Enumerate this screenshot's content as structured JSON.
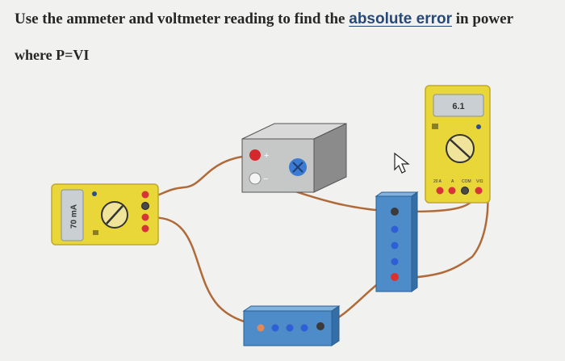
{
  "question": {
    "text_before": "Use the ammeter and voltmeter reading to find the",
    "highlight": "absolute error",
    "text_after": "in power",
    "line2": "where P=VI"
  },
  "ammeter": {
    "reading": "70 mA",
    "body_color": "#e9d639",
    "display_color": "#c9cfd2"
  },
  "voltmeter": {
    "reading": "6.1",
    "port_labels": [
      "20 A",
      "A",
      "COM",
      "V/Ω"
    ],
    "body_color": "#e9d639",
    "display_color": "#c9cfd2"
  },
  "battery": {
    "plus_symbol": "+",
    "minus_symbol": "−",
    "body_color": "#c6c7c7"
  },
  "resistor_vertical": {
    "body_color": "#4d8cc9"
  },
  "resistor_horizontal": {
    "body_color": "#4d8cc9"
  },
  "wire_color": "#b06a3a",
  "cursor_icon": "pointer-cursor-icon"
}
